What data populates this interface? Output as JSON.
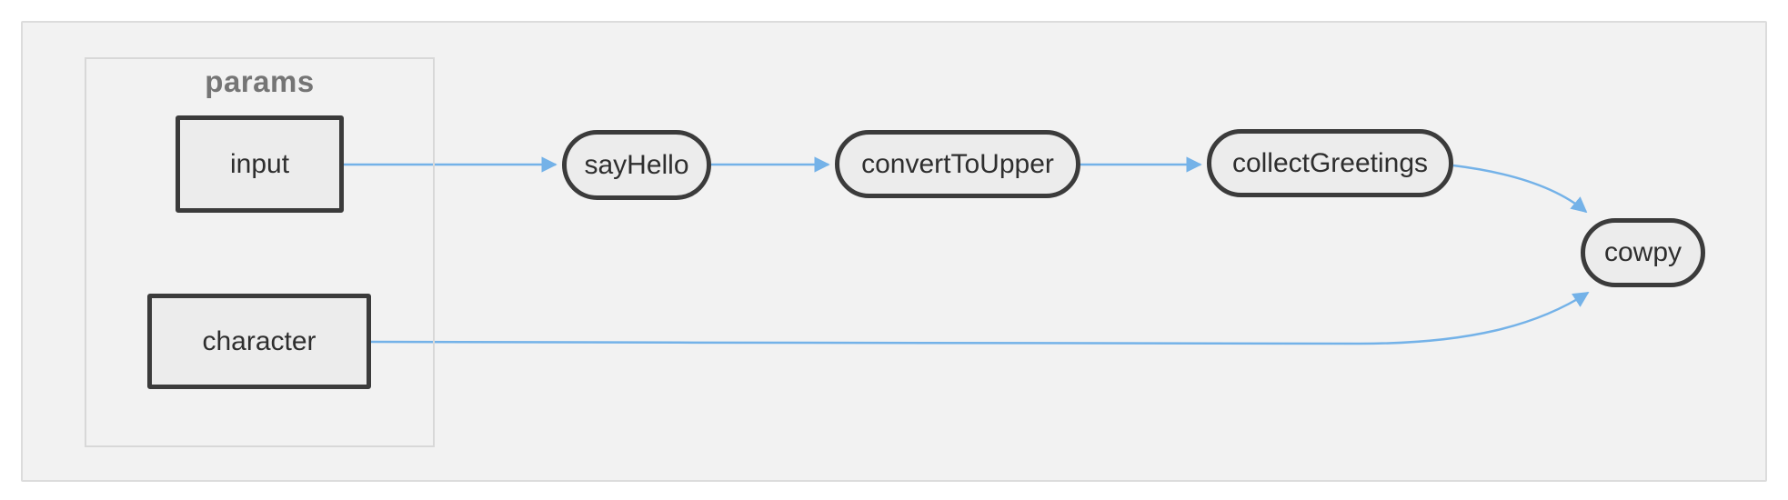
{
  "diagram": {
    "group": {
      "label": "params"
    },
    "nodes": [
      {
        "id": "input",
        "label": "input",
        "shape": "rectangle",
        "group": "params"
      },
      {
        "id": "character",
        "label": "character",
        "shape": "rectangle",
        "group": "params"
      },
      {
        "id": "sayHello",
        "label": "sayHello",
        "shape": "stadium"
      },
      {
        "id": "convertToUpper",
        "label": "convertToUpper",
        "shape": "stadium"
      },
      {
        "id": "collectGreetings",
        "label": "collectGreetings",
        "shape": "stadium"
      },
      {
        "id": "cowpy",
        "label": "cowpy",
        "shape": "stadium"
      }
    ],
    "edges": [
      {
        "from": "input",
        "to": "sayHello"
      },
      {
        "from": "sayHello",
        "to": "convertToUpper"
      },
      {
        "from": "convertToUpper",
        "to": "collectGreetings"
      },
      {
        "from": "collectGreetings",
        "to": "cowpy"
      },
      {
        "from": "character",
        "to": "cowpy"
      }
    ],
    "colors": {
      "edge": "#74b2e8",
      "node_border": "#3b3b3b",
      "node_fill": "#ececec",
      "node_text": "#2e2e2e",
      "canvas_bg": "#f2f2f2",
      "frame_border": "#dcdcdc",
      "group_border": "#d8d8d8",
      "group_label_color": "#757575"
    }
  }
}
